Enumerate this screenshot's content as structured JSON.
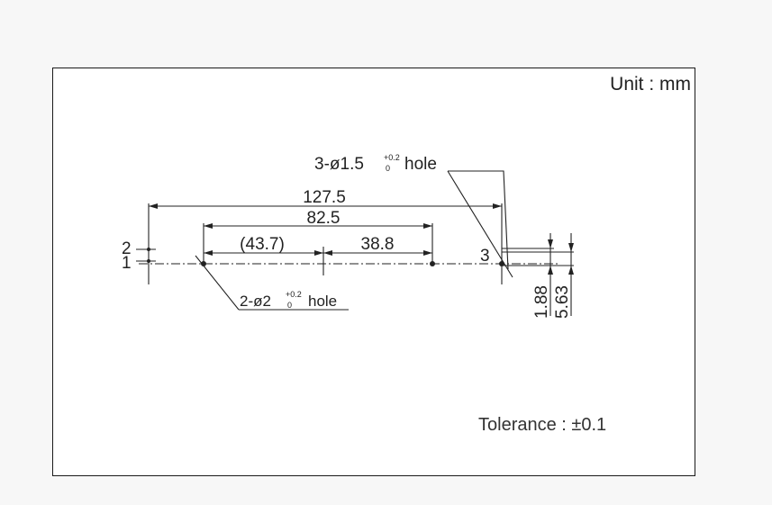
{
  "unit": "Unit : mm",
  "tolerance": "Tolerance : ±0.1",
  "dimensions": {
    "overall": "127.5",
    "holes_span": "82.5",
    "left_segment": "(43.7)",
    "right_segment": "38.8",
    "height_small": "1.88",
    "height_large": "5.63"
  },
  "callouts": {
    "hole_3": {
      "prefix": "3-ø1.5",
      "tol_upper": "+0.2",
      "tol_lower": "0",
      "suffix": "hole"
    },
    "hole_2": {
      "prefix": "2-ø2",
      "tol_upper": "+0.2",
      "tol_lower": "0",
      "suffix": "hole"
    }
  },
  "markers": {
    "one": "1",
    "two": "2",
    "three": "3"
  }
}
